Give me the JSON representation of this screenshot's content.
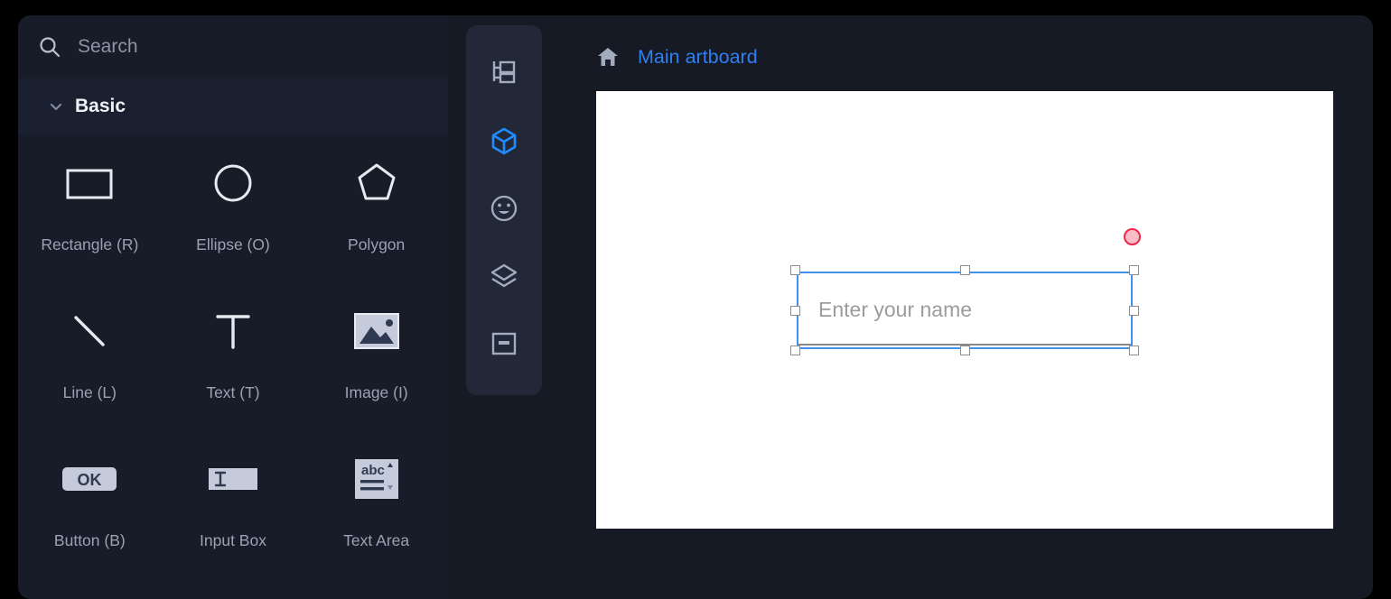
{
  "search": {
    "placeholder": "Search",
    "value": "",
    "icon": "search-icon"
  },
  "sidebar": {
    "section": {
      "label": "Basic",
      "expanded": true,
      "chevron_icon": "chevron-down-icon"
    },
    "tools": [
      {
        "label": "Rectangle (R)",
        "icon": "rectangle-icon"
      },
      {
        "label": "Ellipse (O)",
        "icon": "ellipse-icon"
      },
      {
        "label": "Polygon",
        "icon": "polygon-icon"
      },
      {
        "label": "Line (L)",
        "icon": "line-icon"
      },
      {
        "label": "Text (T)",
        "icon": "text-icon"
      },
      {
        "label": "Image (I)",
        "icon": "image-icon"
      },
      {
        "label": "Button (B)",
        "icon": "button-icon",
        "glyph": "OK"
      },
      {
        "label": "Input Box",
        "icon": "input-box-icon"
      },
      {
        "label": "Text Area",
        "icon": "text-area-icon",
        "glyph": "abc"
      }
    ]
  },
  "toolbar": {
    "items": [
      {
        "name": "outline-tree-icon",
        "active": false
      },
      {
        "name": "components-cube-icon",
        "active": true
      },
      {
        "name": "smiley-face-icon",
        "active": false
      },
      {
        "name": "layers-icon",
        "active": false
      },
      {
        "name": "panel-frame-icon",
        "active": false
      }
    ]
  },
  "breadcrumb": {
    "home_icon": "home-icon",
    "label": "Main artboard"
  },
  "canvas": {
    "selected_element": {
      "type": "input-box",
      "placeholder": "Enter your name",
      "selected": true,
      "handles": 8
    },
    "cursor_marker": "red-circle-cursor"
  },
  "colors": {
    "accent_blue": "#2f7ff0",
    "selection_blue": "#4291ea",
    "cursor_red": "#f0234a",
    "sidebar_bg": "#171c28",
    "panel_bg": "#222838",
    "canvas_bg": "#ffffff"
  }
}
